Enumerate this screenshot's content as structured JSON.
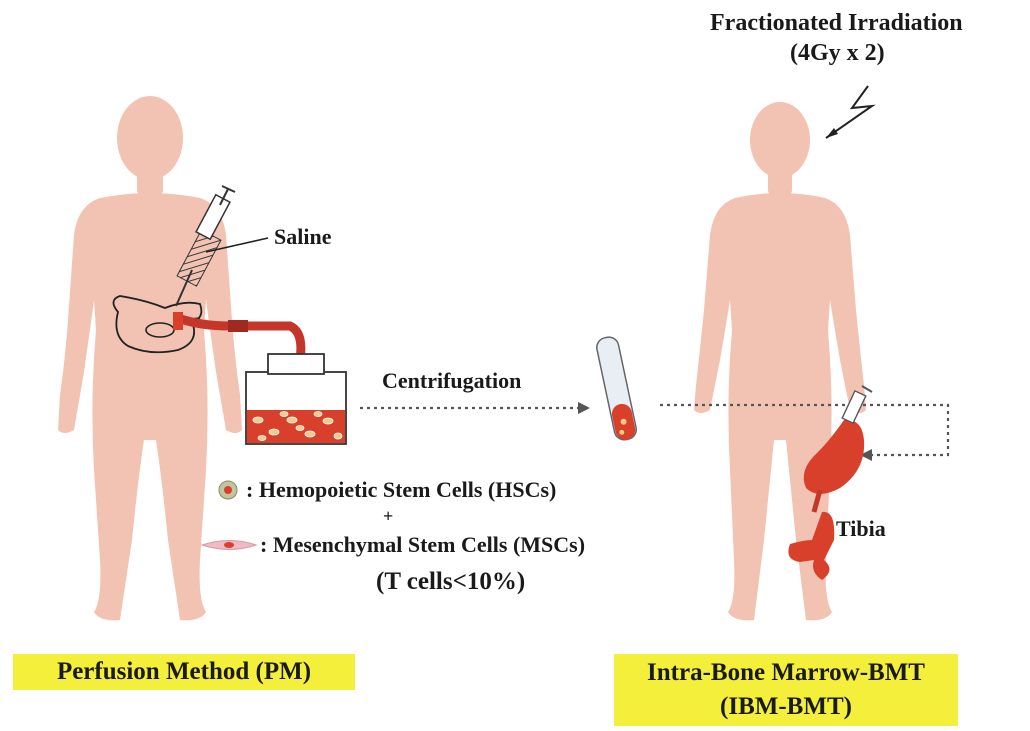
{
  "irradiation": {
    "line1": "Fractionated Irradiation",
    "line2": "(4Gy x 2)"
  },
  "saline_label": "Saline",
  "centrifugation_label": "Centrifugation",
  "legend": {
    "hsc": ": Hemopoietic Stem Cells (HSCs)",
    "plus": "+",
    "msc": ": Mesenchymal Stem Cells (MSCs)",
    "tcells": "(T cells<10%)"
  },
  "tibia_label": "Tibia",
  "captions": {
    "left": "Perfusion Method (PM)",
    "right_line1": "Intra-Bone Marrow-BMT",
    "right_line2": "(IBM-BMT)"
  },
  "colors": {
    "body": "#f2c3b3",
    "marrow": "#d8402c",
    "caption_bg": "#f3ef3a",
    "dotted_arrow": "#555555"
  }
}
